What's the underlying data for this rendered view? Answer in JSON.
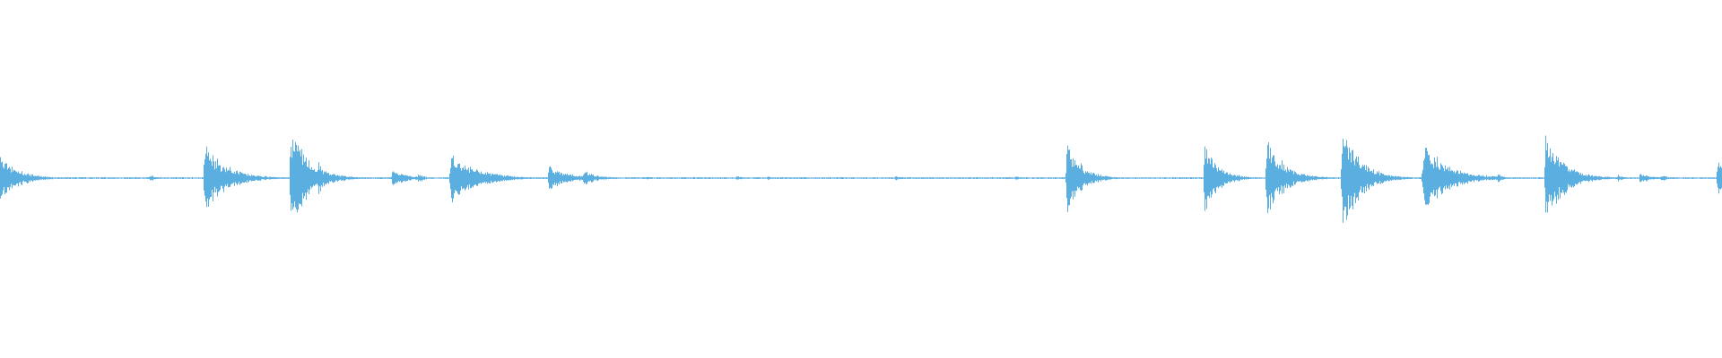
{
  "waveform": {
    "color": "#5aaee0",
    "background": "#ffffff",
    "baseline_amplitude": 0.012,
    "events": [
      {
        "t": 0.0,
        "peak": 0.45,
        "decay": 0.01
      },
      {
        "t": 0.087,
        "peak": 0.07,
        "decay": 0.003
      },
      {
        "t": 0.119,
        "peak": 0.66,
        "decay": 0.012
      },
      {
        "t": 0.169,
        "peak": 1.0,
        "decay": 0.01
      },
      {
        "t": 0.185,
        "peak": 0.3,
        "decay": 0.006
      },
      {
        "t": 0.228,
        "peak": 0.16,
        "decay": 0.008
      },
      {
        "t": 0.243,
        "peak": 0.08,
        "decay": 0.004
      },
      {
        "t": 0.262,
        "peak": 0.52,
        "decay": 0.014
      },
      {
        "t": 0.273,
        "peak": 0.22,
        "decay": 0.008
      },
      {
        "t": 0.319,
        "peak": 0.22,
        "decay": 0.012
      },
      {
        "t": 0.339,
        "peak": 0.14,
        "decay": 0.008
      },
      {
        "t": 0.376,
        "peak": 0.05,
        "decay": 0.002
      },
      {
        "t": 0.428,
        "peak": 0.04,
        "decay": 0.004
      },
      {
        "t": 0.446,
        "peak": 0.04,
        "decay": 0.003
      },
      {
        "t": 0.52,
        "peak": 0.04,
        "decay": 0.004
      },
      {
        "t": 0.59,
        "peak": 0.04,
        "decay": 0.003
      },
      {
        "t": 0.62,
        "peak": 0.7,
        "decay": 0.008
      },
      {
        "t": 0.7,
        "peak": 0.65,
        "decay": 0.008
      },
      {
        "t": 0.736,
        "peak": 0.72,
        "decay": 0.01
      },
      {
        "t": 0.741,
        "peak": 0.2,
        "decay": 0.008
      },
      {
        "t": 0.78,
        "peak": 1.0,
        "decay": 0.01
      },
      {
        "t": 0.827,
        "peak": 0.66,
        "decay": 0.014
      },
      {
        "t": 0.84,
        "peak": 0.18,
        "decay": 0.008
      },
      {
        "t": 0.87,
        "peak": 0.09,
        "decay": 0.003
      },
      {
        "t": 0.898,
        "peak": 0.88,
        "decay": 0.01
      },
      {
        "t": 0.94,
        "peak": 0.07,
        "decay": 0.003
      },
      {
        "t": 0.953,
        "peak": 0.1,
        "decay": 0.006
      },
      {
        "t": 0.965,
        "peak": 0.06,
        "decay": 0.004
      },
      {
        "t": 0.998,
        "peak": 0.4,
        "decay": 0.004
      }
    ]
  }
}
